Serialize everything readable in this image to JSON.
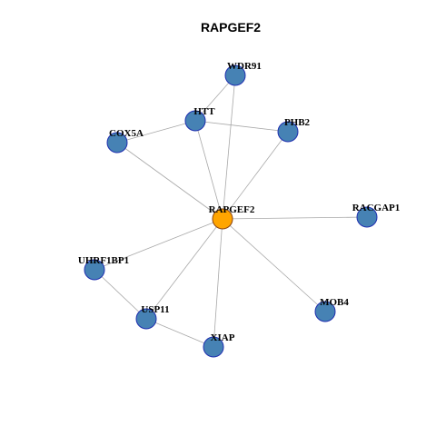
{
  "title": "RAPGEF2",
  "colors": {
    "center_fill": "#FFA500",
    "center_stroke": "#8B4513",
    "node_fill": "#4682B4",
    "node_stroke": "#1F2FB0",
    "edge": "#A8A8A8"
  },
  "nodes": [
    {
      "id": "RAPGEF2",
      "label": "RAPGEF2",
      "role": "center"
    },
    {
      "id": "WDR91",
      "label": "WDR91",
      "role": "neighbor"
    },
    {
      "id": "HTT",
      "label": "HTT",
      "role": "neighbor"
    },
    {
      "id": "COX5A",
      "label": "COX5A",
      "role": "neighbor"
    },
    {
      "id": "PHB2",
      "label": "PHB2",
      "role": "neighbor"
    },
    {
      "id": "RACGAP1",
      "label": "RACGAP1",
      "role": "neighbor"
    },
    {
      "id": "UHRF1BP1",
      "label": "UHRF1BP1",
      "role": "neighbor"
    },
    {
      "id": "USP11",
      "label": "USP11",
      "role": "neighbor"
    },
    {
      "id": "MOB4",
      "label": "MOB4",
      "role": "neighbor"
    },
    {
      "id": "XIAP",
      "label": "XIAP",
      "role": "neighbor"
    }
  ],
  "edges": [
    [
      "RAPGEF2",
      "WDR91"
    ],
    [
      "RAPGEF2",
      "HTT"
    ],
    [
      "RAPGEF2",
      "COX5A"
    ],
    [
      "RAPGEF2",
      "PHB2"
    ],
    [
      "RAPGEF2",
      "RACGAP1"
    ],
    [
      "RAPGEF2",
      "UHRF1BP1"
    ],
    [
      "RAPGEF2",
      "USP11"
    ],
    [
      "RAPGEF2",
      "MOB4"
    ],
    [
      "RAPGEF2",
      "XIAP"
    ],
    [
      "WDR91",
      "HTT"
    ],
    [
      "HTT",
      "COX5A"
    ],
    [
      "HTT",
      "PHB2"
    ],
    [
      "UHRF1BP1",
      "USP11"
    ],
    [
      "USP11",
      "XIAP"
    ]
  ]
}
